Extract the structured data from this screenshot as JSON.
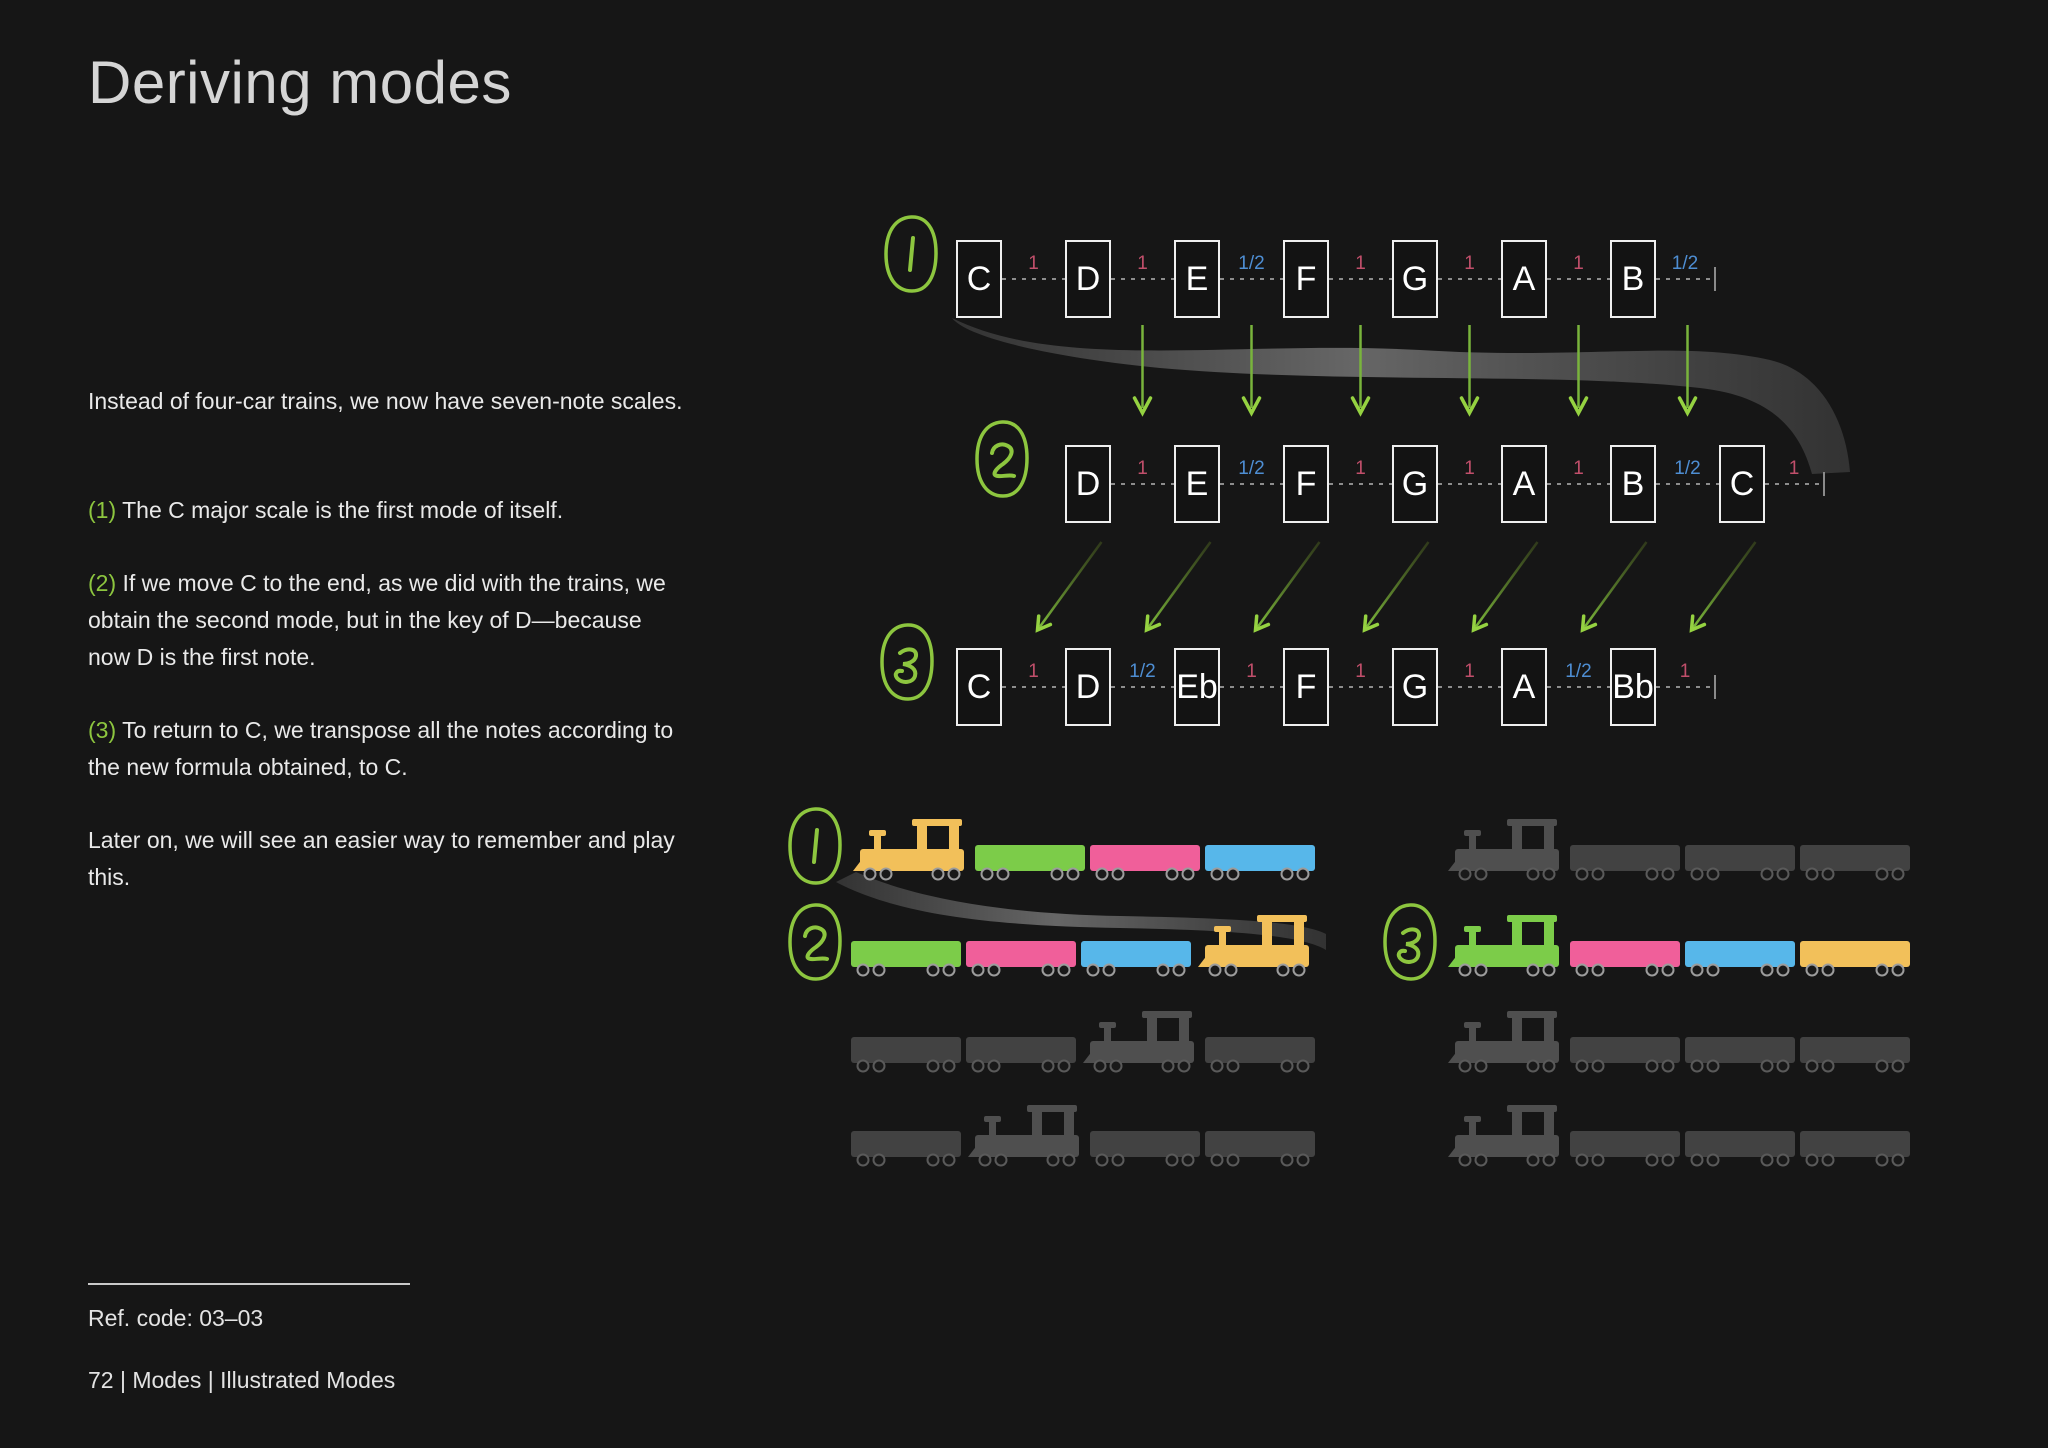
{
  "page": {
    "title": "Deriving modes"
  },
  "body_text": {
    "paragraphs": [
      {
        "marker": "",
        "text": "Instead of four-car trains, we now have seven-note scales."
      },
      {
        "marker": "(1)",
        "text": "The C major scale is the first mode of itself."
      },
      {
        "marker": "(2)",
        "text": "If we move C to the end, as we did with the trains, we obtain the second mode, but in the key of D—because now D is the first note."
      },
      {
        "marker": "(3)",
        "text": "To return to C, we transpose all the notes according to the new formula obtained, to C."
      },
      {
        "marker": "",
        "text": "Later on, we will see an easier way to remember and play this."
      }
    ]
  },
  "footer": {
    "ref_code": "Ref. code: 03–03",
    "breadcrumb": "72 | Modes | Illustrated Modes"
  },
  "colors": {
    "background": "#161616",
    "accent_green": "#8dc63f",
    "arrow_green": "#79b43c",
    "interval_whole": "#c14f6b",
    "interval_half": "#4e8ed3",
    "box_border": "#efefef",
    "note_text": "#ffffff",
    "train_yellow": "#f2c05a",
    "train_green": "#7ccc49",
    "train_pink": "#f05f9a",
    "train_blue": "#57b7ea",
    "dim_loco": "#4f4f4f",
    "dim_car": "#424242"
  },
  "scale_rows": [
    {
      "label": "1",
      "start_col": 0,
      "notes": [
        "C",
        "D",
        "E",
        "F",
        "G",
        "A",
        "B"
      ],
      "intervals": [
        "1",
        "1",
        "1/2",
        "1",
        "1",
        "1",
        "1/2"
      ]
    },
    {
      "label": "2",
      "start_col": 1,
      "notes": [
        "D",
        "E",
        "F",
        "G",
        "A",
        "B",
        "C"
      ],
      "intervals": [
        "1",
        "1/2",
        "1",
        "1",
        "1",
        "1/2",
        "1"
      ]
    },
    {
      "label": "3",
      "start_col": 0,
      "notes": [
        "C",
        "D",
        "Eb",
        "F",
        "G",
        "A",
        "Bb"
      ],
      "intervals": [
        "1",
        "1/2",
        "1",
        "1",
        "1",
        "1/2",
        "1"
      ]
    }
  ],
  "trains": [
    {
      "label": "1",
      "dimmed": false,
      "column": "left",
      "row": 0,
      "units": [
        {
          "type": "loco",
          "color": "train_yellow"
        },
        {
          "type": "car",
          "color": "train_green"
        },
        {
          "type": "car",
          "color": "train_pink"
        },
        {
          "type": "car",
          "color": "train_blue"
        }
      ]
    },
    {
      "label": "2",
      "dimmed": false,
      "column": "left",
      "row": 1,
      "units": [
        {
          "type": "car",
          "color": "train_green"
        },
        {
          "type": "car",
          "color": "train_pink"
        },
        {
          "type": "car",
          "color": "train_blue"
        },
        {
          "type": "loco",
          "color": "train_yellow"
        }
      ]
    },
    {
      "label": "",
      "dimmed": true,
      "column": "left",
      "row": 2,
      "units": [
        {
          "type": "car"
        },
        {
          "type": "car"
        },
        {
          "type": "loco"
        },
        {
          "type": "car"
        }
      ]
    },
    {
      "label": "",
      "dimmed": true,
      "column": "left",
      "row": 3,
      "units": [
        {
          "type": "car"
        },
        {
          "type": "loco"
        },
        {
          "type": "car"
        },
        {
          "type": "car"
        }
      ]
    },
    {
      "label": "",
      "dimmed": true,
      "column": "right",
      "row": 0,
      "units": [
        {
          "type": "loco"
        },
        {
          "type": "car"
        },
        {
          "type": "car"
        },
        {
          "type": "car"
        }
      ]
    },
    {
      "label": "3",
      "dimmed": false,
      "column": "right",
      "row": 1,
      "units": [
        {
          "type": "loco",
          "color": "train_green"
        },
        {
          "type": "car",
          "color": "train_pink"
        },
        {
          "type": "car",
          "color": "train_blue"
        },
        {
          "type": "car",
          "color": "train_yellow"
        }
      ]
    },
    {
      "label": "",
      "dimmed": true,
      "column": "right",
      "row": 2,
      "units": [
        {
          "type": "loco"
        },
        {
          "type": "car"
        },
        {
          "type": "car"
        },
        {
          "type": "car"
        }
      ]
    },
    {
      "label": "",
      "dimmed": true,
      "column": "right",
      "row": 3,
      "units": [
        {
          "type": "loco"
        },
        {
          "type": "car"
        },
        {
          "type": "car"
        },
        {
          "type": "car"
        }
      ]
    }
  ]
}
